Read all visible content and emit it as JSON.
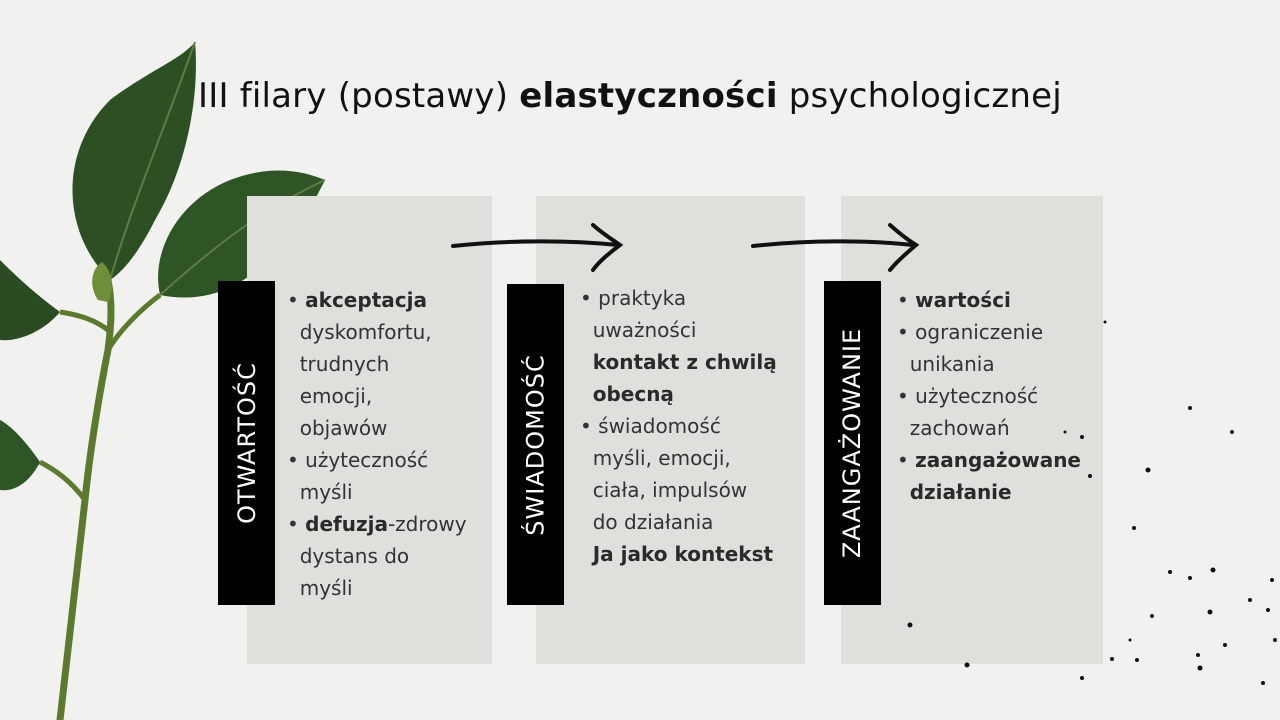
{
  "title": {
    "part1": "III filary (postawy) ",
    "bold": "elastyczności",
    "part2": " psychologicznej"
  },
  "pillars": [
    {
      "label": "OTWARTOŚĆ",
      "lines": [
        {
          "t": "• ",
          "b": "akceptacja"
        },
        {
          "t": "  dyskomfortu,"
        },
        {
          "t": "  trudnych"
        },
        {
          "t": "  emocji,"
        },
        {
          "t": "  objawów"
        },
        {
          "t": "• użyteczność"
        },
        {
          "t": "  myśli"
        },
        {
          "t": "• ",
          "b": "defuzja",
          "after": "-zdrowy"
        },
        {
          "t": "  dystans do"
        },
        {
          "t": "  myśli"
        }
      ]
    },
    {
      "label": "ŚWIADOMOŚĆ",
      "lines": [
        {
          "t": "• praktyka"
        },
        {
          "t": "  uważności"
        },
        {
          "t": "  ",
          "b": "kontakt z chwilą"
        },
        {
          "t": "  ",
          "b": "obecną"
        },
        {
          "t": "• świadomość"
        },
        {
          "t": "  myśli, emocji,"
        },
        {
          "t": "  ciała, impulsów"
        },
        {
          "t": "  do działania"
        },
        {
          "t": "  ",
          "b": "Ja jako kontekst"
        }
      ]
    },
    {
      "label": "ZAANGAŻOWANIE",
      "lines": [
        {
          "t": "• ",
          "b": "wartości"
        },
        {
          "t": "• ograniczenie"
        },
        {
          "t": "  unikania"
        },
        {
          "t": "• użyteczność"
        },
        {
          "t": "  zachowań"
        },
        {
          "t": "• ",
          "b": "zaangażowane"
        },
        {
          "t": "  ",
          "b": "działanie"
        }
      ]
    }
  ],
  "colors": {
    "background": "#f1f1ef",
    "panel": "#dfdfdc",
    "label_bg": "#000000",
    "leaf": "#2f5a2a"
  },
  "icons": [
    "plant-branch",
    "arrow-right",
    "ink-dots"
  ]
}
